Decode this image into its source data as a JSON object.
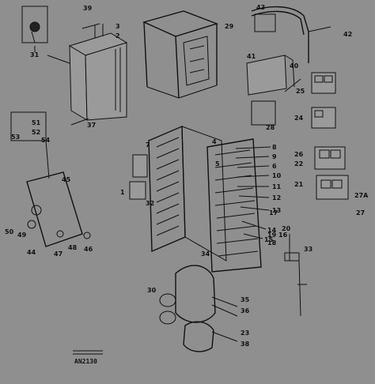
{
  "diagram": {
    "drawing_code": "AN2130",
    "callouts": [
      {
        "id": "c39",
        "text": "39"
      },
      {
        "id": "c3",
        "text": "3"
      },
      {
        "id": "c2",
        "text": "2"
      },
      {
        "id": "c31",
        "text": "31"
      },
      {
        "id": "c37",
        "text": "37"
      },
      {
        "id": "c43",
        "text": "43"
      },
      {
        "id": "c29",
        "text": "29"
      },
      {
        "id": "c42",
        "text": "42"
      },
      {
        "id": "c40",
        "text": "40"
      },
      {
        "id": "c41",
        "text": "41"
      },
      {
        "id": "c28",
        "text": "28"
      },
      {
        "id": "c25",
        "text": "25"
      },
      {
        "id": "c24",
        "text": "24"
      },
      {
        "id": "c26",
        "text": "26"
      },
      {
        "id": "c21",
        "text": "21"
      },
      {
        "id": "c22",
        "text": "22"
      },
      {
        "id": "c1",
        "text": "1"
      },
      {
        "id": "c32",
        "text": "32"
      },
      {
        "id": "c8",
        "text": "8"
      },
      {
        "id": "c9",
        "text": "9"
      },
      {
        "id": "c6",
        "text": "6"
      },
      {
        "id": "c10",
        "text": "10"
      },
      {
        "id": "c11",
        "text": "11"
      },
      {
        "id": "c12",
        "text": "12"
      },
      {
        "id": "c13",
        "text": "13"
      },
      {
        "id": "c14",
        "text": "14"
      },
      {
        "id": "c15",
        "text": "15"
      },
      {
        "id": "c17",
        "text": "17"
      },
      {
        "id": "c18",
        "text": "18"
      },
      {
        "id": "c19",
        "text": "19"
      },
      {
        "id": "c20",
        "text": "20"
      },
      {
        "id": "c16",
        "text": "16"
      },
      {
        "id": "c33",
        "text": "33"
      },
      {
        "id": "c27a",
        "text": "27A"
      },
      {
        "id": "c27",
        "text": "27"
      },
      {
        "id": "c4",
        "text": "4"
      },
      {
        "id": "c5",
        "text": "5"
      },
      {
        "id": "c7",
        "text": "7"
      },
      {
        "id": "c34",
        "text": "34"
      },
      {
        "id": "c35",
        "text": "35"
      },
      {
        "id": "c36",
        "text": "36"
      },
      {
        "id": "c38",
        "text": "38"
      },
      {
        "id": "c23",
        "text": "23"
      },
      {
        "id": "c30",
        "text": "30"
      },
      {
        "id": "c44",
        "text": "44"
      },
      {
        "id": "c45",
        "text": "45"
      },
      {
        "id": "c46",
        "text": "46"
      },
      {
        "id": "c47",
        "text": "47"
      },
      {
        "id": "c48",
        "text": "48"
      },
      {
        "id": "c49",
        "text": "49"
      },
      {
        "id": "c50",
        "text": "50"
      },
      {
        "id": "c51",
        "text": "51"
      },
      {
        "id": "c52",
        "text": "52"
      },
      {
        "id": "c53",
        "text": "53"
      },
      {
        "id": "c54",
        "text": "54"
      }
    ]
  }
}
